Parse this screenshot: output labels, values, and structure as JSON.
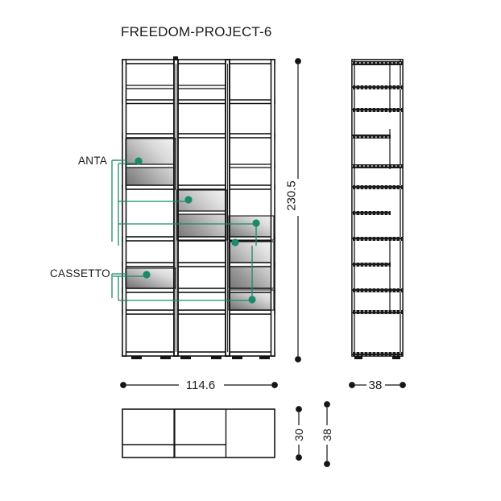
{
  "document": {
    "title": "FREEDOM-PROJECT-6",
    "type": "technical-drawing",
    "background_color": "#ffffff",
    "line_color": "#141414",
    "accent_color": "#1a8a6a"
  },
  "callouts": [
    {
      "id": "anta",
      "label": "ANTA",
      "description": "door panel callout"
    },
    {
      "id": "cassetto",
      "label": "CASSETTO",
      "description": "drawer callout"
    }
  ],
  "dimensions": {
    "height": "230.5",
    "width": "114.6",
    "depth": "38",
    "plan_depth_inner": "30",
    "plan_depth_outer": "38"
  },
  "views": {
    "front_elevation": {
      "name": "front-elevation",
      "columns": 3,
      "rows": 9
    },
    "side_elevation": {
      "name": "side-elevation"
    },
    "plan": {
      "name": "plan-view",
      "columns": 3
    }
  }
}
